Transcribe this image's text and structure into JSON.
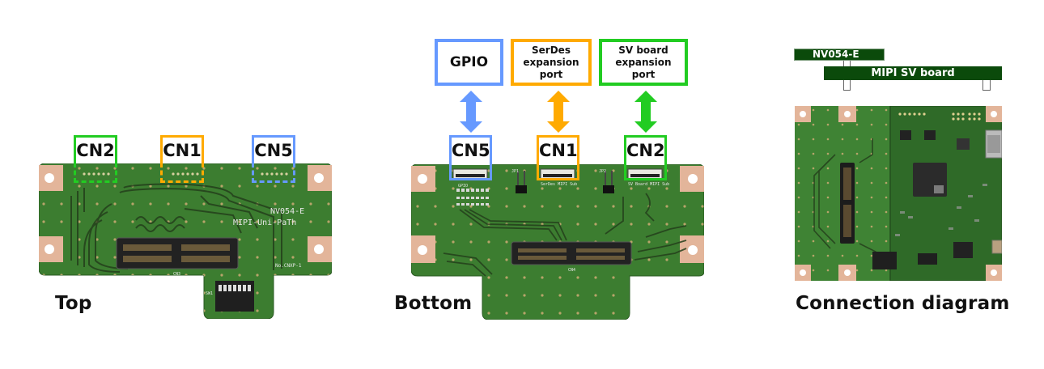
{
  "colors": {
    "green_box": "#22cc22",
    "orange_box": "#ffaa00",
    "blue_box": "#6699ff",
    "pcb_green": "#3a7a2e",
    "copper": "#e3b59a",
    "label_bar": "#0b4a0b"
  },
  "top_view": {
    "caption": "Top",
    "connectors": [
      {
        "label": "CN2",
        "color": "green"
      },
      {
        "label": "CN1",
        "color": "orange"
      },
      {
        "label": "CN5",
        "color": "blue"
      }
    ],
    "silkscreen": {
      "model": "NV054-E",
      "name": "MIPI-Uni-PaTh",
      "part_no": "No.CNXP-1",
      "connector_ref": "CN3",
      "switch_ref": "SW1"
    }
  },
  "bottom_view": {
    "caption": "Bottom",
    "ports": [
      {
        "title": "GPIO",
        "connector": "CN5",
        "color": "blue"
      },
      {
        "title": "SerDes expansion port",
        "title_lines": [
          "SerDes",
          "expansion",
          "port"
        ],
        "connector": "CN1",
        "color": "orange"
      },
      {
        "title": "SV board expansion port",
        "title_lines": [
          "SV board",
          "expansion",
          "port"
        ],
        "connector": "CN2",
        "color": "green"
      }
    ],
    "silkscreen": {
      "gpio": "GPIO",
      "serdes": "SerDes MIPI Sub",
      "svboard": "SV Board MIPI Sub",
      "jp1": "JP1",
      "jp2": "JP2",
      "connector_ref": "CN4"
    }
  },
  "connection_diagram": {
    "caption": "Connection diagram",
    "top_board_label": "NV054-E",
    "bottom_board_label": "MIPI SV board"
  }
}
